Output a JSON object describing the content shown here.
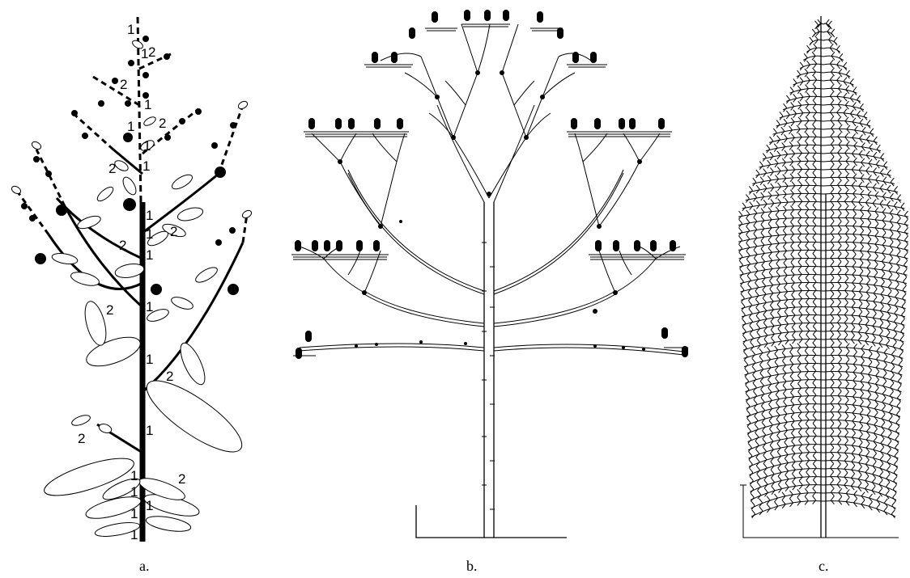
{
  "captions": {
    "a": "a.",
    "b": "b.",
    "c": "c."
  },
  "panel_a": {
    "order_labels": [
      "1",
      "1",
      "2",
      "2",
      "1",
      "1",
      "2",
      "1",
      "1",
      "2",
      "1",
      "2",
      "1",
      "1",
      "2",
      "1",
      "2",
      "1",
      "1",
      "2",
      "1",
      "1",
      "2",
      "1",
      "1",
      "1"
    ]
  },
  "colors": {
    "ink": "#000000",
    "paper": "#ffffff"
  }
}
